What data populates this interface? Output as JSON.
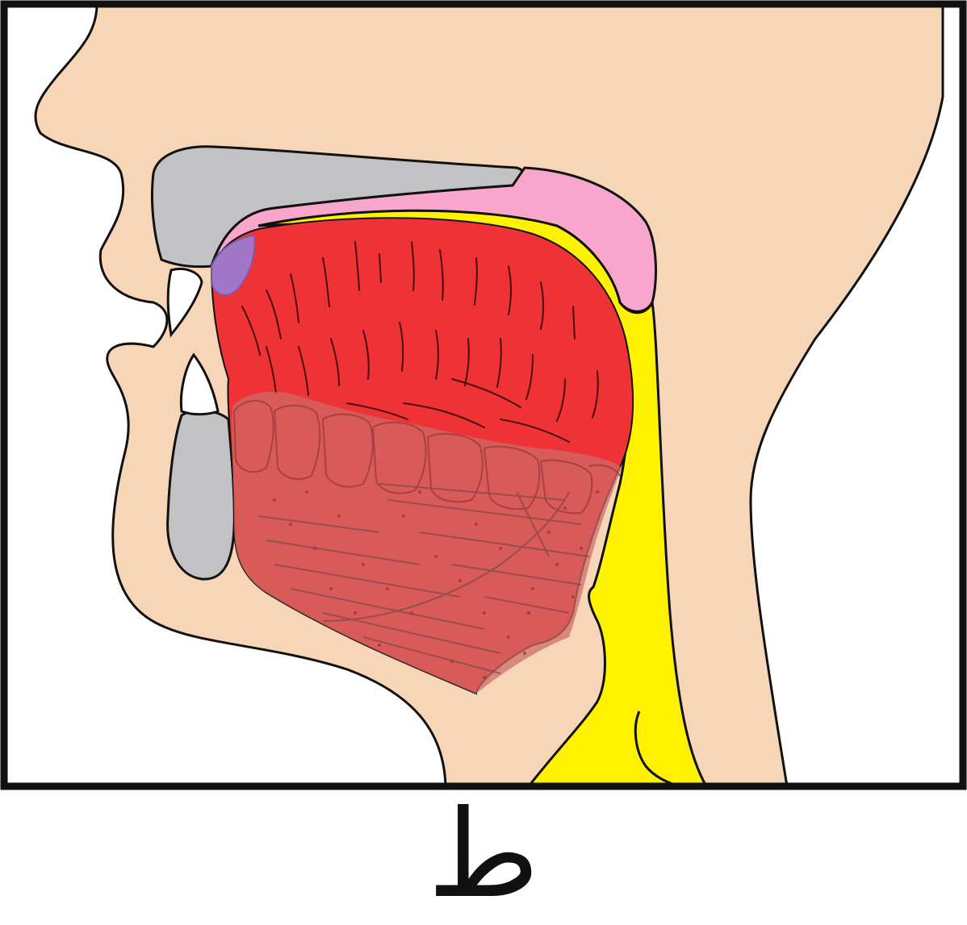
{
  "caption": "ط",
  "colors": {
    "skin": "#f7d6b8",
    "bone": "#c2c2c4",
    "tongue": "#ef3236",
    "tongue_hidden": "#cf6a66",
    "soft_palate": "#f8a6cc",
    "airway": "#fff200",
    "contact_point": "#9a7fd8",
    "teeth": "#ffffff",
    "frame": "#111111"
  },
  "icons": {
    "head": "sagittal-head-section",
    "tongue": "tongue-muscle",
    "contact": "articulation-contact-point"
  }
}
